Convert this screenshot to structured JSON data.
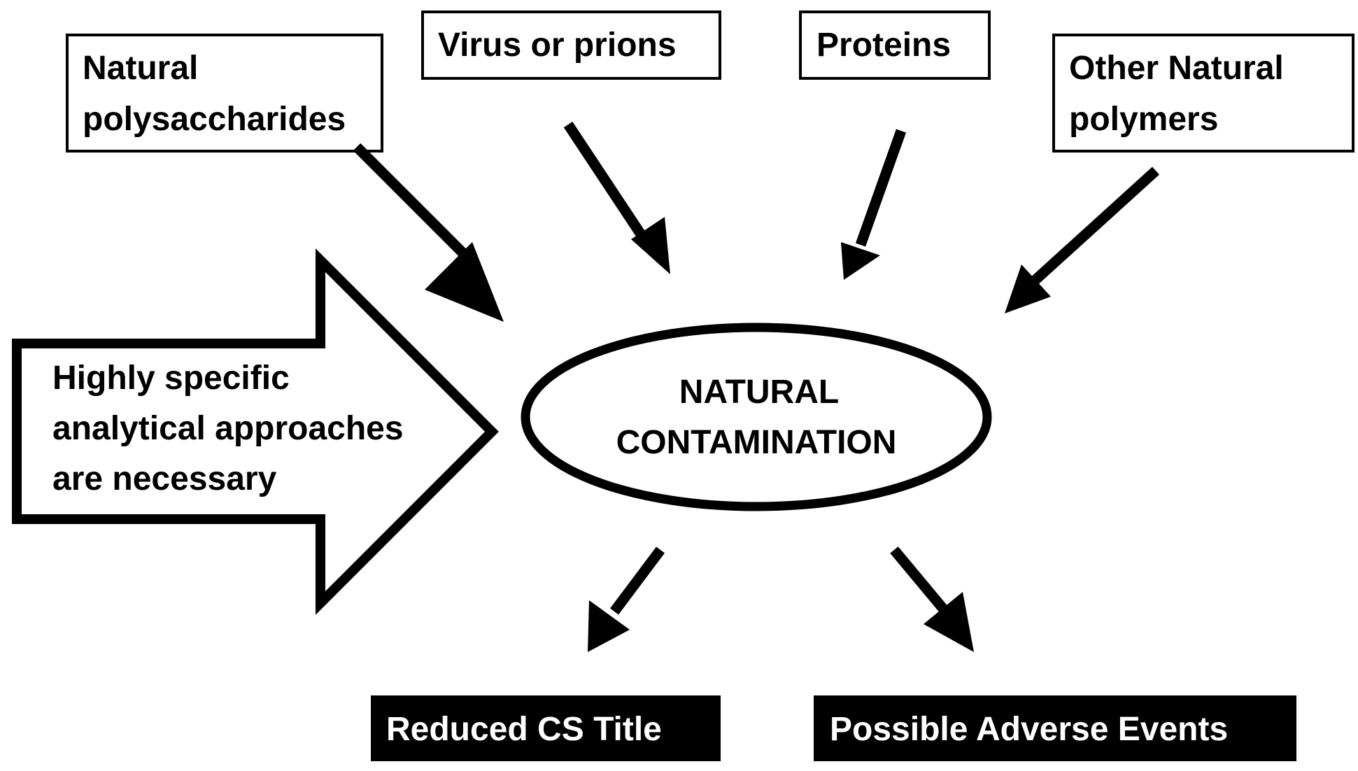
{
  "colors": {
    "stroke": "#000000",
    "background": "#ffffff",
    "filled_box": "#000000",
    "filled_text": "#ffffff"
  },
  "sources": {
    "polysaccharides": {
      "line1": "Natural",
      "line2": "polysaccharides"
    },
    "virus": {
      "line1": "Virus or prions"
    },
    "proteins": {
      "line1": "Proteins"
    },
    "other_polymers": {
      "line1": "Other Natural",
      "line2": "polymers"
    }
  },
  "center": {
    "line1": "NATURAL",
    "line2": "CONTAMINATION"
  },
  "block_arrow": {
    "line1": "Highly specific",
    "line2": "analytical approaches",
    "line3": "are necessary"
  },
  "outcomes": {
    "reduced_cs": {
      "line1": "Reduced CS Title"
    },
    "adverse_events": {
      "line1": "Possible Adverse Events"
    }
  }
}
